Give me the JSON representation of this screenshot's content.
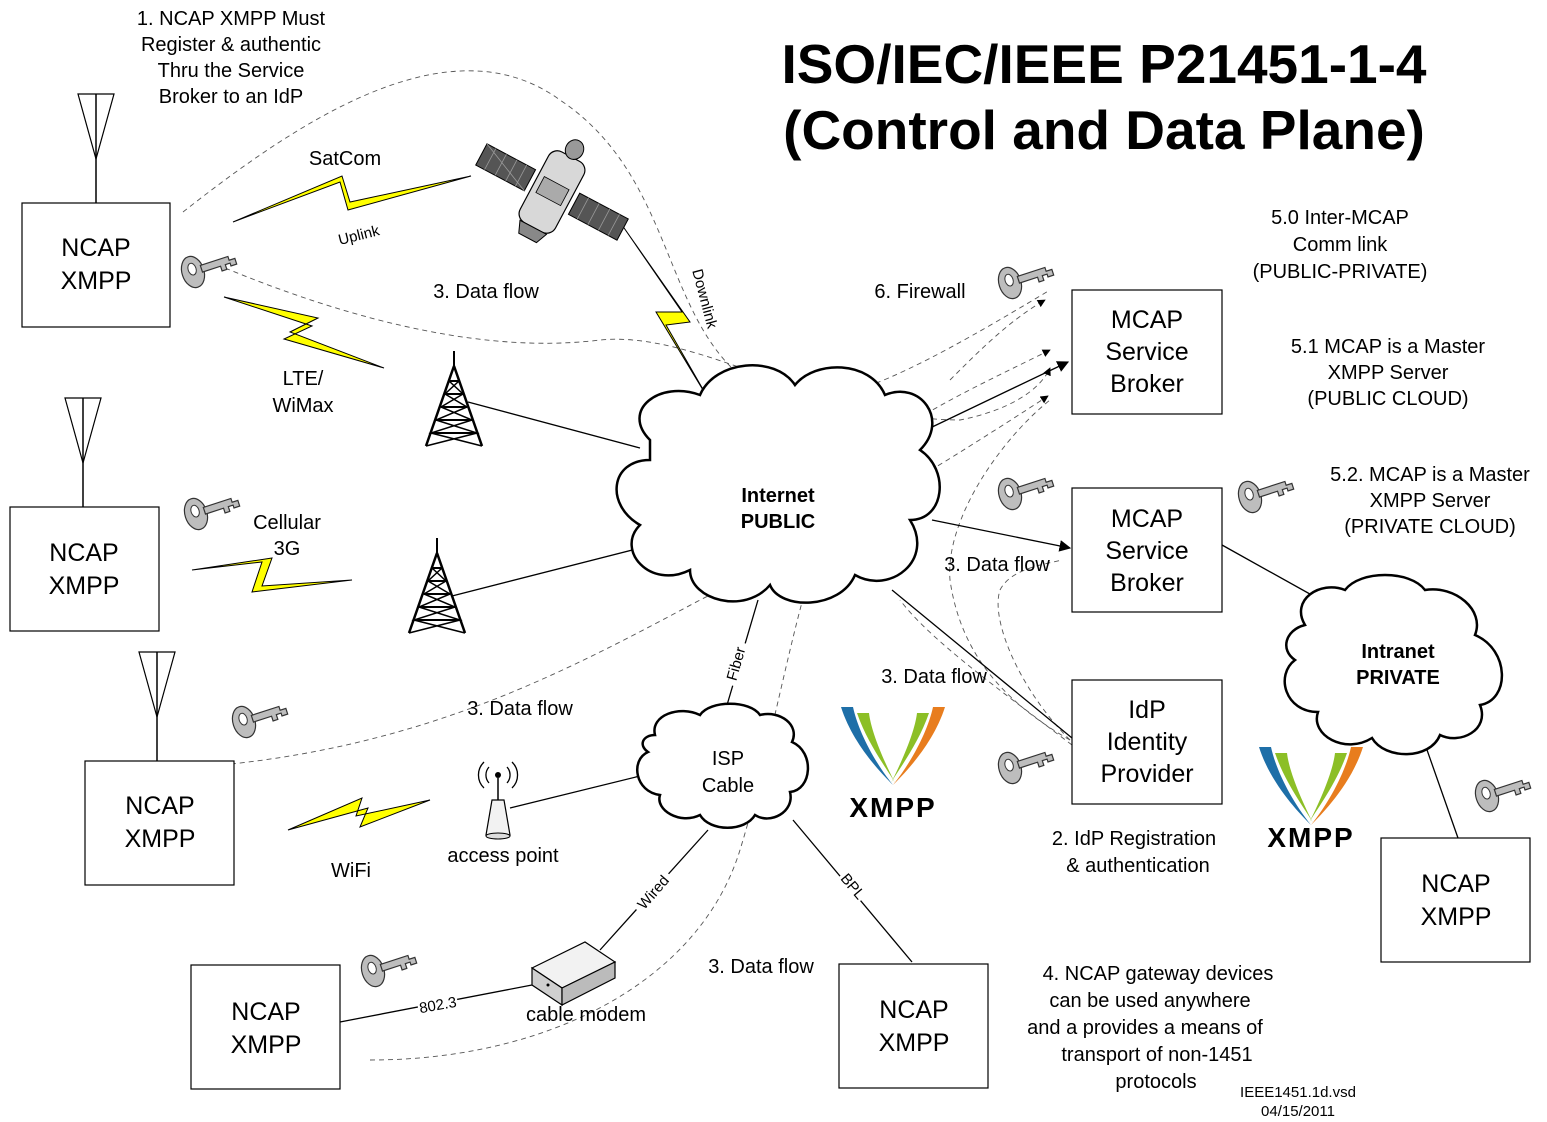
{
  "title": {
    "line1": "ISO/IEC/IEEE P21451-1-4",
    "line2": "(Control and Data Plane)"
  },
  "ncap_boxes": [
    {
      "line1": "NCAP",
      "line2": "XMPP"
    },
    {
      "line1": "NCAP",
      "line2": "XMPP"
    },
    {
      "line1": "NCAP",
      "line2": "XMPP"
    },
    {
      "line1": "NCAP",
      "line2": "XMPP"
    },
    {
      "line1": "NCAP",
      "line2": "XMPP"
    },
    {
      "line1": "NCAP",
      "line2": "XMPP"
    }
  ],
  "mcap_public": {
    "line1": "MCAP",
    "line2": "Service",
    "line3": "Broker"
  },
  "mcap_private": {
    "line1": "MCAP",
    "line2": "Service",
    "line3": "Broker"
  },
  "idp": {
    "line1": "IdP",
    "line2": "Identity",
    "line3": "Provider"
  },
  "clouds": {
    "internet": {
      "line1": "Internet",
      "line2": "PUBLIC"
    },
    "intranet": {
      "line1": "Intranet",
      "line2": "PRIVATE"
    },
    "isp": {
      "line1": "ISP",
      "line2": "Cable"
    }
  },
  "notes": {
    "n1": [
      "1. NCAP XMPP Must",
      "Register & authentic",
      "Thru the Service",
      "Broker to an IdP"
    ],
    "n2": [
      "2. IdP Registration",
      "& authentication"
    ],
    "n4": [
      "4. NCAP gateway devices",
      "can be used anywhere",
      "and a provides a means of",
      "transport of non-1451",
      "protocols"
    ],
    "n50": [
      "5.0 Inter-MCAP",
      "Comm link",
      "(PUBLIC-PRIVATE)"
    ],
    "n51": [
      "5.1 MCAP is a Master",
      "XMPP Server",
      "(PUBLIC CLOUD)"
    ],
    "n52": [
      "5.2. MCAP is a Master",
      "XMPP Server",
      "(PRIVATE CLOUD)"
    ],
    "firewall": "6. Firewall"
  },
  "data_flow_label": "3. Data flow",
  "links": {
    "satcom": "SatCom",
    "uplink": "Uplink",
    "downlink": "Downlink",
    "lte": [
      "LTE/",
      "WiMax"
    ],
    "cellular": [
      "Cellular",
      "3G"
    ],
    "wifi": "WiFi",
    "access_point": "access point",
    "cable_modem": "cable modem",
    "fiber": "Fiber",
    "wired": "Wired",
    "bpl": "BPL",
    "ieee8023": "802.3"
  },
  "xmpp_logo_text": "XMPP",
  "footer": {
    "file": "IEEE1451.1d.vsd",
    "date": "04/15/2011"
  },
  "colors": {
    "bolt": "#ffff00",
    "xmpp_blue": "#1e6fa8",
    "xmpp_green": "#8cbf26",
    "xmpp_orange": "#e87d1e",
    "key": "#aaaaaa"
  }
}
